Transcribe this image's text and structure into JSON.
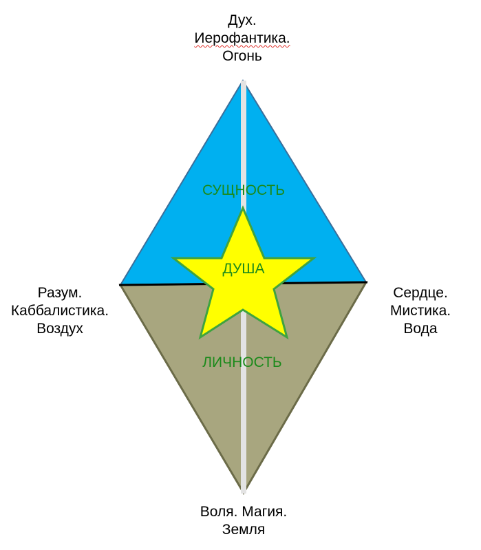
{
  "labels": {
    "top": [
      "Дух.",
      "Иерофантика.",
      "Огонь"
    ],
    "left": [
      "Разум.",
      "Каббалистика.",
      "Воздух"
    ],
    "right": [
      "Сердце.",
      "Мистика.",
      "Вода"
    ],
    "bottom": [
      "Воля. Магия.",
      "Земля"
    ]
  },
  "zones": {
    "upper": "СУЩНОСТЬ",
    "center": "ДУША",
    "lower": "ЛИЧНОСТЬ"
  },
  "colors": {
    "upper_fill": "#00b0f0",
    "upper_stroke": "#3b6e9a",
    "lower_fill": "#a8a67f",
    "lower_stroke": "#6b6b48",
    "star_fill": "#ffff00",
    "star_stroke": "#3fa33f",
    "zone_text": "#1b8a1b",
    "axis": "#e3e3e3",
    "divider": "#000000"
  }
}
